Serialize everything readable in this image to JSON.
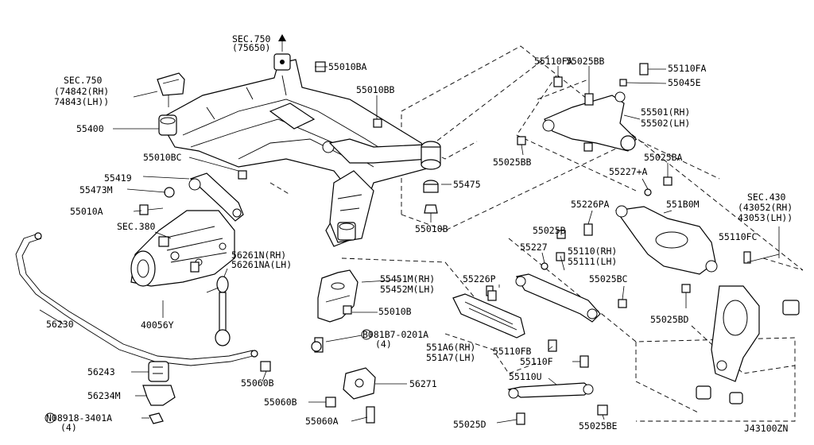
{
  "diagram_id": "J43100ZN",
  "callouts": [
    {
      "id": "sec750-top",
      "lines": [
        "SEC.750",
        "(75650)"
      ]
    },
    {
      "id": "sec750-left",
      "lines": [
        "SEC.750",
        "(74842(RH)",
        "74843(LH))"
      ]
    },
    {
      "id": "p55400",
      "lines": [
        "55400"
      ]
    },
    {
      "id": "p55010BC",
      "lines": [
        "55010BC"
      ]
    },
    {
      "id": "p55419",
      "lines": [
        "55419"
      ]
    },
    {
      "id": "p55473M",
      "lines": [
        "55473M"
      ]
    },
    {
      "id": "p55010A",
      "lines": [
        "55010A"
      ]
    },
    {
      "id": "sec380",
      "lines": [
        "SEC.380"
      ]
    },
    {
      "id": "p56230",
      "lines": [
        "56230"
      ]
    },
    {
      "id": "p40056Y",
      "lines": [
        "40056Y"
      ]
    },
    {
      "id": "p56261N",
      "lines": [
        "56261N(RH)",
        "56261NA(LH)"
      ]
    },
    {
      "id": "p56243",
      "lines": [
        "56243"
      ]
    },
    {
      "id": "p56234M",
      "lines": [
        "56234M"
      ]
    },
    {
      "id": "p08918",
      "lines": [
        "N08918-3401A",
        "(4)"
      ]
    },
    {
      "id": "p55060B-1",
      "lines": [
        "55060B"
      ]
    },
    {
      "id": "p55060B-2",
      "lines": [
        "55060B"
      ]
    },
    {
      "id": "p55060A",
      "lines": [
        "55060A"
      ]
    },
    {
      "id": "p56271",
      "lines": [
        "56271"
      ]
    },
    {
      "id": "p55010BA",
      "lines": [
        "55010BA"
      ]
    },
    {
      "id": "p55010BB",
      "lines": [
        "55010BB"
      ]
    },
    {
      "id": "p55475",
      "lines": [
        "55475"
      ]
    },
    {
      "id": "p55010B-1",
      "lines": [
        "55010B"
      ]
    },
    {
      "id": "p55451M",
      "lines": [
        "55451M(RH)",
        "55452M(LH)"
      ]
    },
    {
      "id": "p55010B-2",
      "lines": [
        "55010B"
      ]
    },
    {
      "id": "p081B7",
      "lines": [
        "B081B7-0201A",
        "(4)"
      ]
    },
    {
      "id": "p551A6",
      "lines": [
        "551A6(RH)",
        "551A7(LH)"
      ]
    },
    {
      "id": "p55226P",
      "lines": [
        "55226P"
      ]
    },
    {
      "id": "p55110FB",
      "lines": [
        "55110FB"
      ]
    },
    {
      "id": "p55110F",
      "lines": [
        "55110F"
      ]
    },
    {
      "id": "p55110U",
      "lines": [
        "55110U"
      ]
    },
    {
      "id": "p55025D",
      "lines": [
        "55025D"
      ]
    },
    {
      "id": "p55025BE",
      "lines": [
        "55025BE"
      ]
    },
    {
      "id": "p55110FA-1",
      "lines": [
        "55110FA"
      ]
    },
    {
      "id": "p55025BB-1",
      "lines": [
        "55025BB"
      ]
    },
    {
      "id": "p55110FA-2",
      "lines": [
        "55110FA"
      ]
    },
    {
      "id": "p55045E",
      "lines": [
        "55045E"
      ]
    },
    {
      "id": "p55501",
      "lines": [
        "55501(RH)",
        "55502(LH)"
      ]
    },
    {
      "id": "p55025BB-2",
      "lines": [
        "55025BB"
      ]
    },
    {
      "id": "p55025BA",
      "lines": [
        "55025BA"
      ]
    },
    {
      "id": "p55227A",
      "lines": [
        "55227+A"
      ]
    },
    {
      "id": "p55226PA",
      "lines": [
        "55226PA"
      ]
    },
    {
      "id": "p551B0M",
      "lines": [
        "551B0M"
      ]
    },
    {
      "id": "sec430",
      "lines": [
        "SEC.430",
        "(43052(RH)",
        "43053(LH))"
      ]
    },
    {
      "id": "p55025B",
      "lines": [
        "55025B"
      ]
    },
    {
      "id": "p55227",
      "lines": [
        "55227"
      ]
    },
    {
      "id": "p55110",
      "lines": [
        "55110(RH)",
        "55111(LH)"
      ]
    },
    {
      "id": "p55110FC",
      "lines": [
        "55110FC"
      ]
    },
    {
      "id": "p55025BC",
      "lines": [
        "55025BC"
      ]
    },
    {
      "id": "p55025BD",
      "lines": [
        "55025BD"
      ]
    }
  ]
}
